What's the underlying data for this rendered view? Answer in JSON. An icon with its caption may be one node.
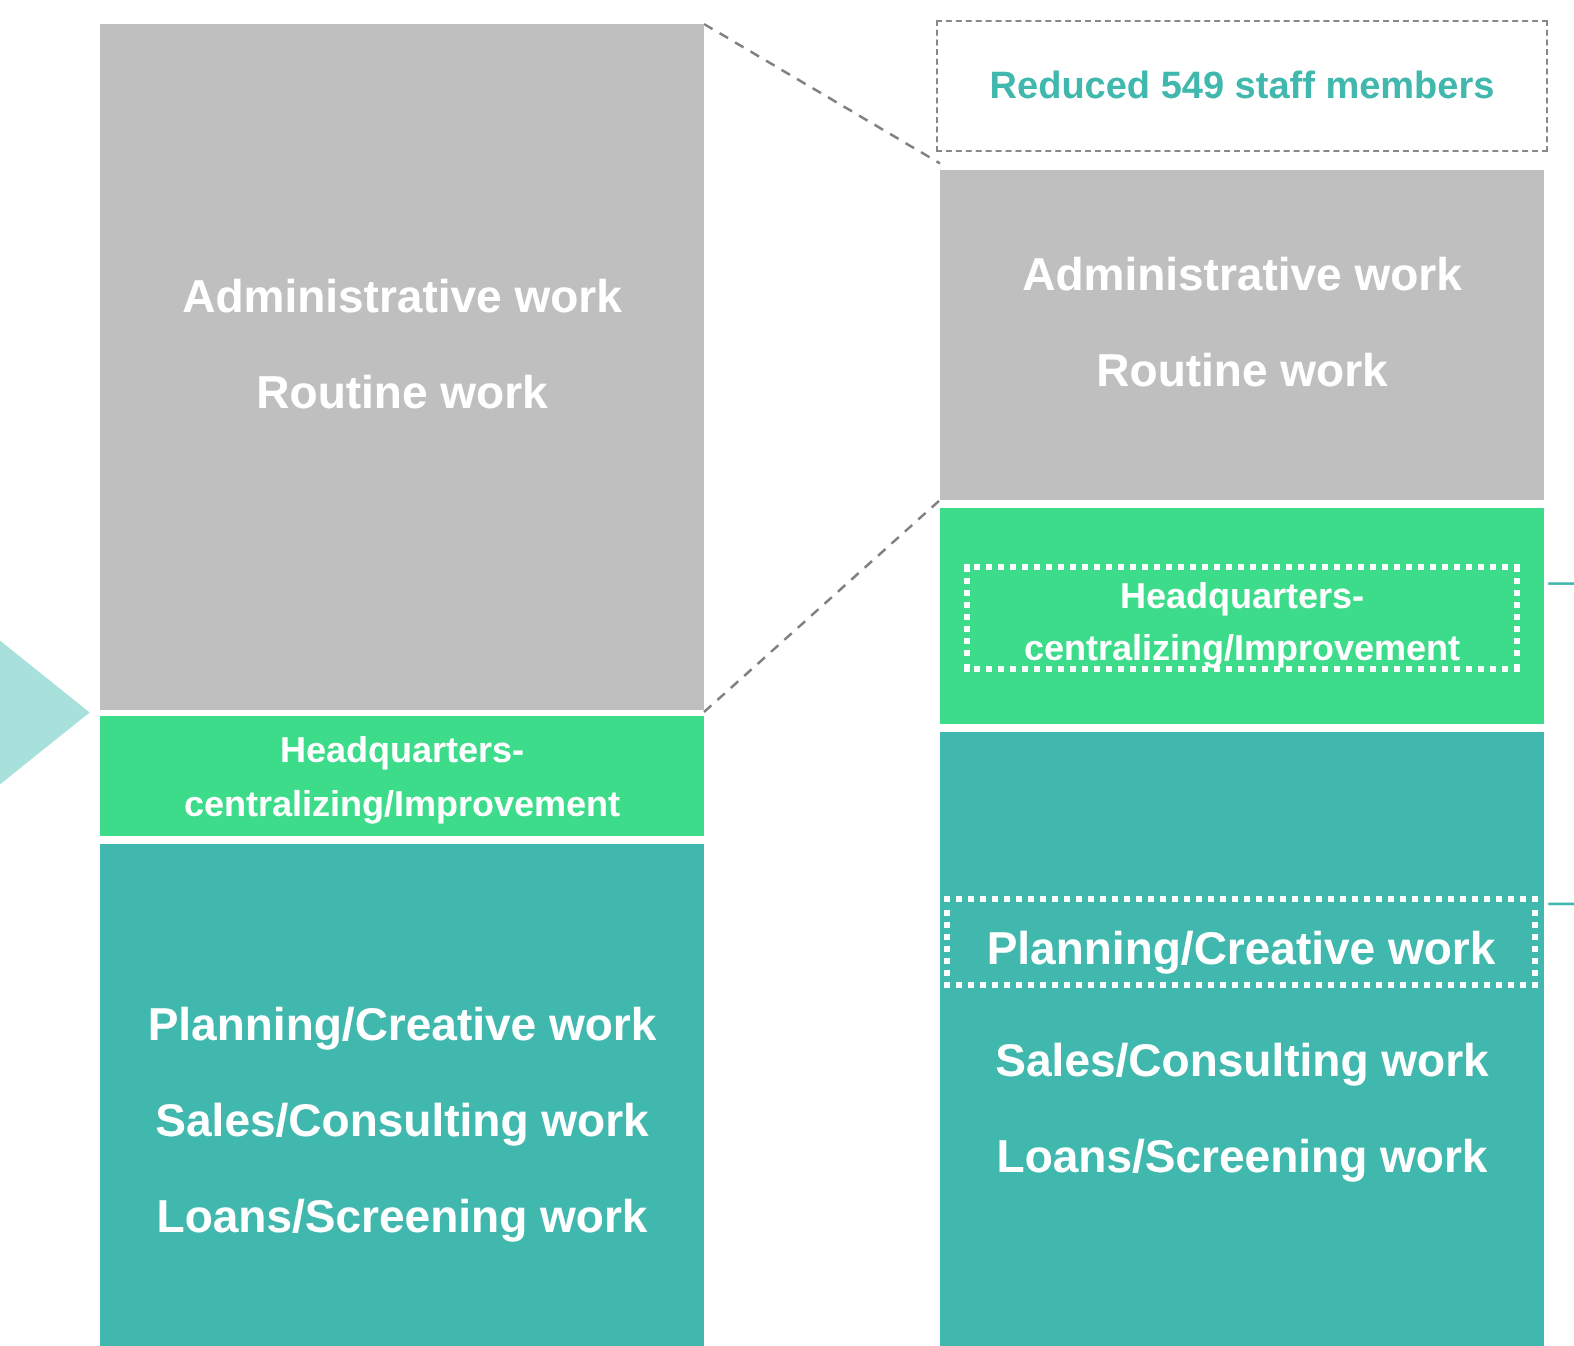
{
  "diagram": {
    "nodes": [
      {
        "text": [
          "Administrative work",
          "Routine work"
        ]
      },
      {
        "text": [
          "Headquarters- centralizing/Improvement"
        ]
      },
      {
        "text": [
          "Planning/Creative work",
          "Sales/Consulting work",
          "Loans/Screening work"
        ]
      },
      {
        "text": [
          "Reduced 549 staff members"
        ]
      },
      {
        "text": [
          "Administrative work",
          "Routine work"
        ]
      },
      {
        "text": [],
        "shape": "box"
      },
      {
        "text": [
          "Headquarters- centralizing/Improvement"
        ],
        "in": 5
      },
      {
        "text": [
          "Sales/Consulting work",
          "Loans/Screening work"
        ]
      },
      {
        "text": [
          "Planning/Creative work"
        ],
        "in": 7
      }
    ],
    "edges": [
      {
        "from": 0,
        "to": 4,
        "arrow": "none",
        "style": "dashed"
      },
      {
        "from": 0,
        "to": 4,
        "arrow": "none",
        "style": "dashed"
      },
      {
        "from": null,
        "to": 1,
        "arrow": "to",
        "color": "#a8e0dc"
      },
      {
        "from": 5,
        "to": null,
        "arrow": "none",
        "color": "#40b8ad"
      },
      {
        "from": 7,
        "to": null,
        "arrow": "none",
        "color": "#40b8ad"
      }
    ]
  }
}
